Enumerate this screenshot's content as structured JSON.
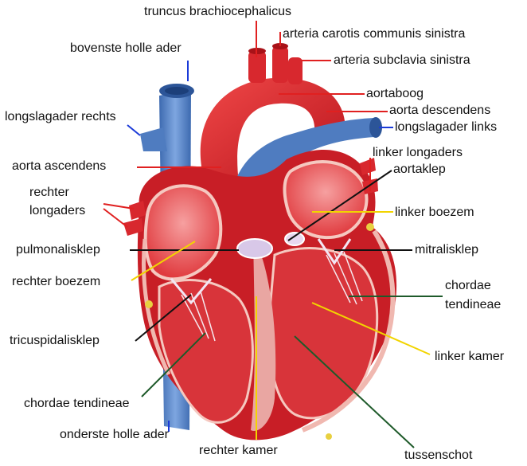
{
  "labels": {
    "truncus": "truncus brachiocephalicus",
    "carotis": "arteria carotis communis sinistra",
    "subclavia": "arteria subclavia sinistra",
    "bovenste": "bovenste holle ader",
    "aortaboog": "aortaboog",
    "aorta_desc": "aorta descendens",
    "longslag_rechts": "longslagader rechts",
    "longslag_links": "longslagader links",
    "linker_longaders": "linker longaders",
    "aortaklep": "aortaklep",
    "aorta_asc": "aorta ascendens",
    "rechter_longaders_1": "rechter",
    "rechter_longaders_2": "longaders",
    "linker_boezem": "linker boezem",
    "pulmonalisklep": "pulmonalisklep",
    "mitralisklep": "mitralisklep",
    "rechter_boezem": "rechter boezem",
    "chordae_r1": "chordae",
    "chordae_r2": "tendineae",
    "tricuspidalisklep": "tricuspidalisklep",
    "linker_kamer": "linker kamer",
    "chordae_l": "chordae tendineae",
    "onderste": "onderste holle ader",
    "rechter_kamer": "rechter kamer",
    "tussenschot": "tussenschot"
  },
  "colors": {
    "red_line": "#e02020",
    "blue_line": "#1a3ad8",
    "black_line": "#111111",
    "yellow_line": "#f2d400",
    "green_line": "#1e5a2a",
    "aorta": "#e3242b",
    "vein": "#5a86c8",
    "muscle": "#d8343a"
  }
}
